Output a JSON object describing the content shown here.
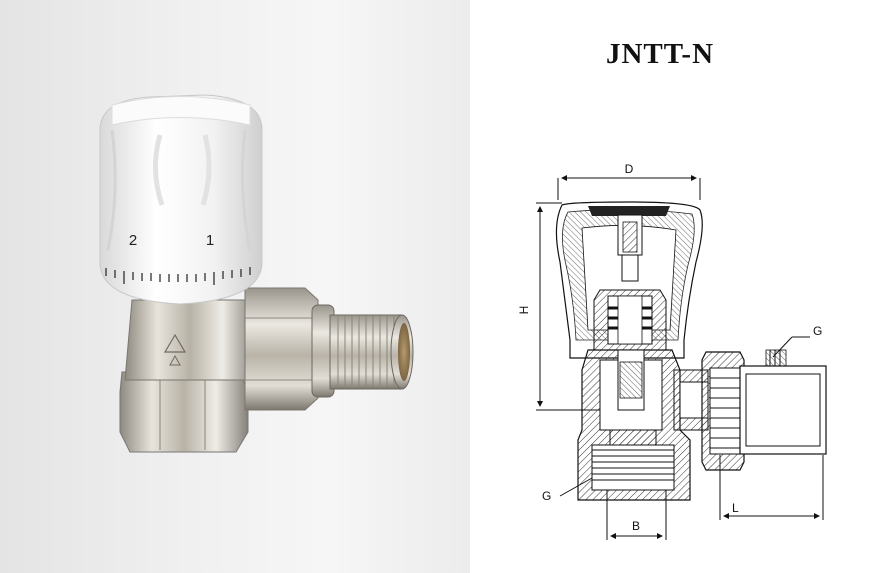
{
  "model_title": "JNTT-N",
  "knob_scale": {
    "mark_2": "2",
    "mark_1": "1"
  },
  "dimensions": {
    "D": "D",
    "H": "H",
    "G_top": "G",
    "G_bottom": "G",
    "B": "B",
    "L": "L"
  },
  "colors": {
    "brass": "#c9c3b6",
    "knob": "#f4f4f4",
    "hatch": "#333333"
  }
}
